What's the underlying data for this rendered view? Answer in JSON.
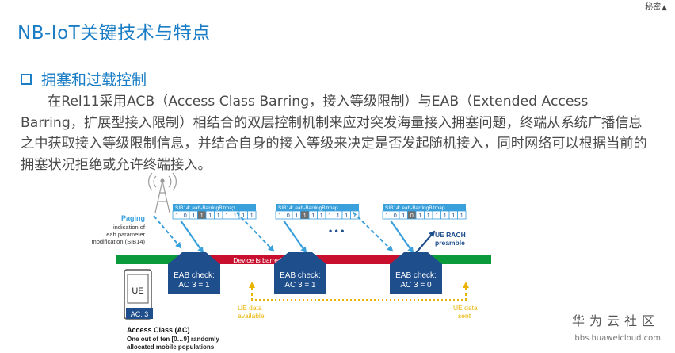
{
  "header": {
    "confidential": "秘密",
    "confidential_mark": "▲"
  },
  "title": "NB-IoT关键技术与特点",
  "section": {
    "heading": "拥塞和过载控制"
  },
  "paragraph": "在Rel11采用ACB（Access Class Barring，接入等级限制）与EAB（Extended Access Barring，扩展型接入限制）相结合的双层控制机制来应对突发海量接入拥塞问题，终端从系统广播信息之中获取接入等级限制信息，并结合自身的接入等级来决定是否发起随机接入，同时网络可以根据当前的拥塞状况拒绝或允许终端接入。",
  "diagram": {
    "sib_label": "SIB14: eab-BarringBitmap",
    "bitmaps": [
      [
        "1",
        "0",
        "1",
        "1",
        "1",
        "1",
        "1",
        "1",
        "1",
        "1"
      ],
      [
        "1",
        "0",
        "1",
        "1",
        "1",
        "1",
        "1",
        "1",
        "1",
        "1"
      ],
      [
        "1",
        "0",
        "1",
        "0",
        "1",
        "1",
        "1",
        "1",
        "1",
        "1"
      ]
    ],
    "highlight_bit_index": 3,
    "paging_title": "Paging",
    "paging_desc": [
      "indication of",
      "eab parameter",
      "modification (SIB14)"
    ],
    "ellipsis": "• • •",
    "ue_rach": [
      "UE RACH",
      "preamble"
    ],
    "device_barred": "Device is barred",
    "eab_checks": [
      {
        "line1": "EAB check:",
        "line2": "AC 3 = 1"
      },
      {
        "line1": "EAB check:",
        "line2": "AC 3 = 1"
      },
      {
        "line1": "EAB check:",
        "line2": "AC 3 = 0"
      }
    ],
    "ue_label": "UE",
    "ac_label": "AC: 3",
    "ue_data_available": [
      "UE data",
      "available"
    ],
    "ue_data_sent": [
      "UE data",
      "sent"
    ],
    "access_class_title": "Access Class (AC)",
    "access_class_desc": [
      "One out of ten [0…9] randomly",
      "allocated mobile populations"
    ],
    "colors": {
      "blue": "#1a7dc5",
      "green": "#0a9a3c",
      "red": "#c8102e",
      "yellow": "#e8b400",
      "navy": "#1f4e8c"
    }
  },
  "watermark": {
    "name": "华为云社区",
    "url": "bbs.huaweicloud.com"
  }
}
